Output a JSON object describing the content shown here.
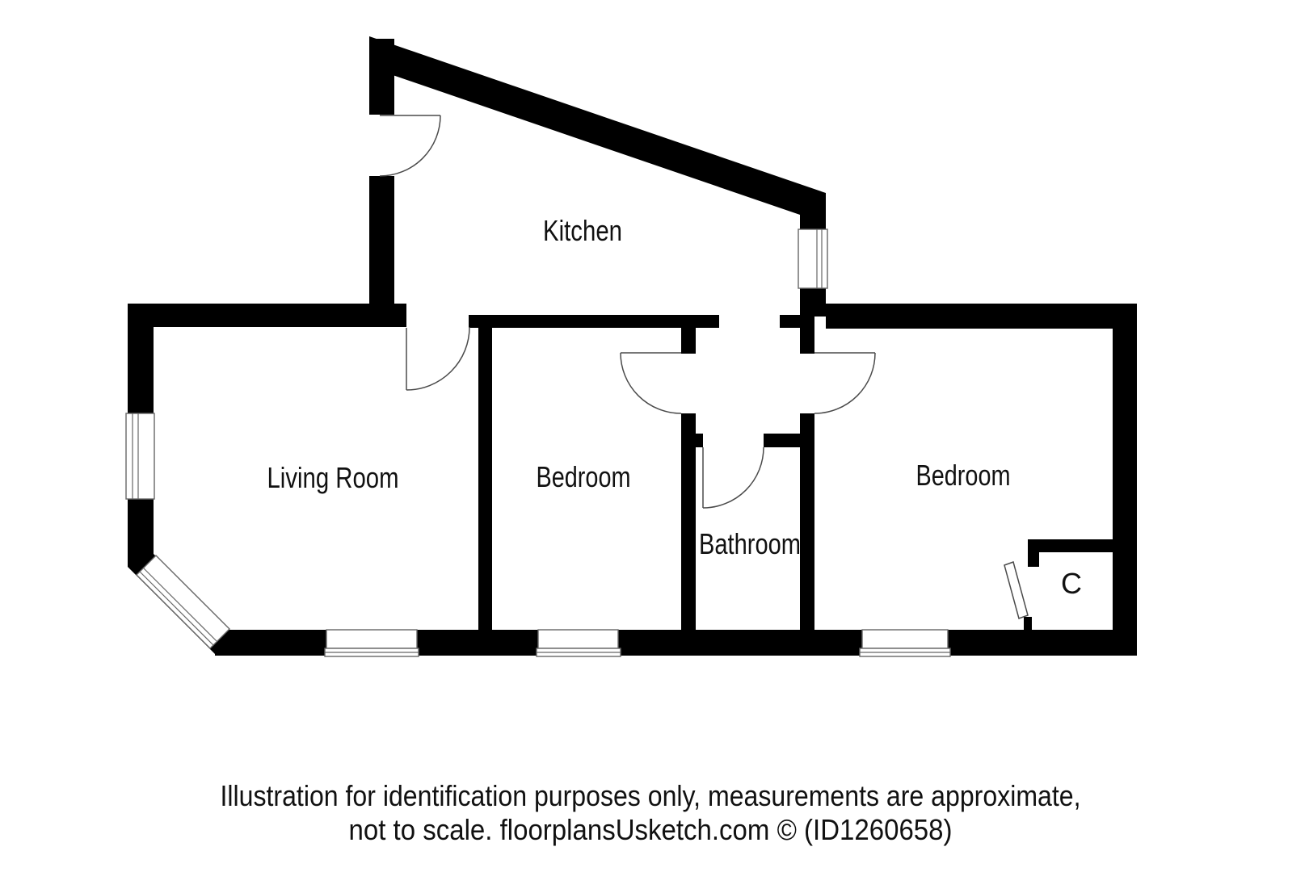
{
  "rooms": {
    "kitchen": {
      "label": "Kitchen"
    },
    "living_room": {
      "label": "Living Room"
    },
    "bedroom_left": {
      "label": "Bedroom"
    },
    "bathroom": {
      "label": "Bathroom"
    },
    "bedroom_right": {
      "label": "Bedroom"
    },
    "closet": {
      "label": "C"
    }
  },
  "footer": {
    "line1": "Illustration for identification purposes only, measurements are approximate,",
    "line2": "not to scale. floorplansUsketch.com © (ID1260658)"
  },
  "colors": {
    "wall": "#000000",
    "background": "#ffffff",
    "door-line": "#4a4a4a",
    "window-line": "#666666",
    "text": "#111111"
  }
}
